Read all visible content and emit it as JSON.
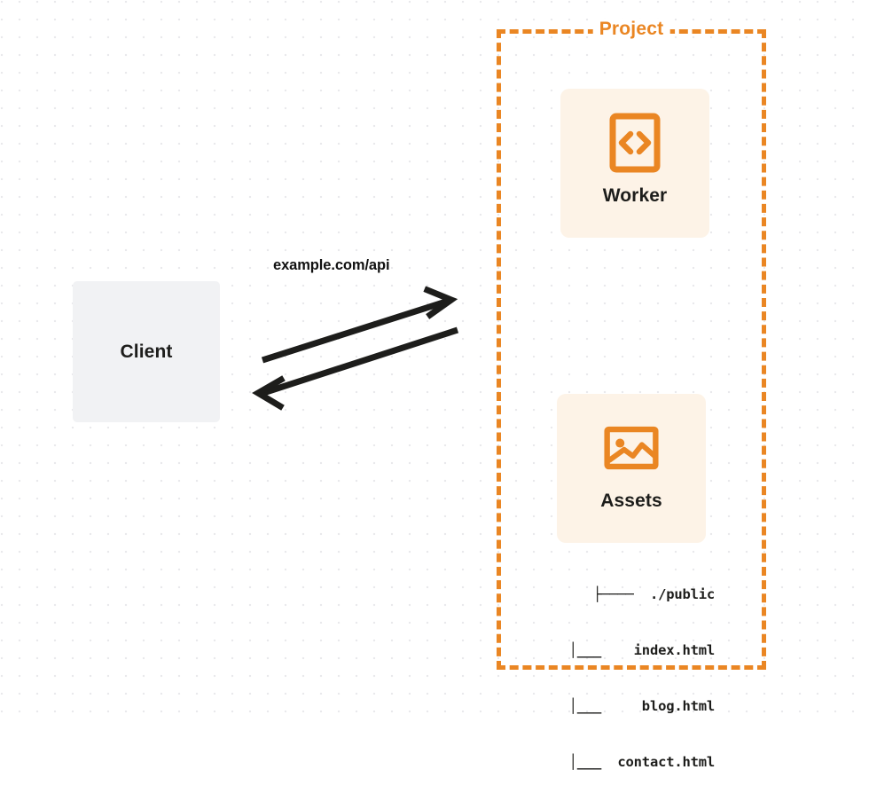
{
  "diagram": {
    "title": "Client to Project Worker and Assets request flow",
    "background": {
      "color": "#ffffff",
      "dot_color": "#e9e9ec",
      "dot_spacing": 20
    },
    "colors": {
      "accent_orange": "#ea8623",
      "card_background": "#fdf3e7",
      "client_background": "#f1f2f4",
      "text_dark": "#1d1d1b",
      "arrow": "#1d1d1b"
    },
    "client": {
      "label": "Client"
    },
    "connector": {
      "label": "example.com/api",
      "request_direction": "client-to-project",
      "response_direction": "project-to-client"
    },
    "project": {
      "title": "Project",
      "cards": [
        {
          "label": "Worker",
          "icon": "code-brackets-icon"
        },
        {
          "label": "Assets",
          "icon": "image-picture-icon"
        }
      ],
      "file_tree": [
        "├────  ./public",
        "  │___    index.html",
        "  │___     blog.html",
        "  │___  contact.html"
      ]
    }
  }
}
